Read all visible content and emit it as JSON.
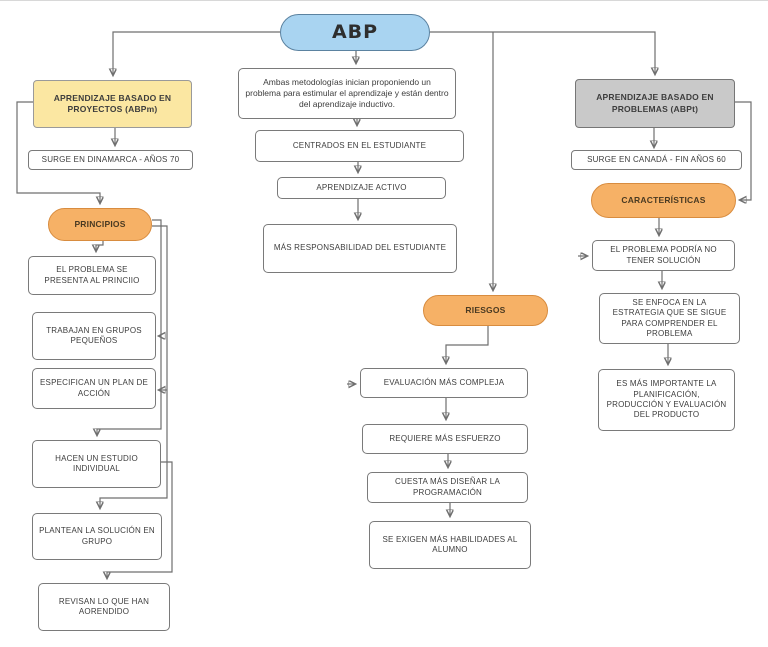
{
  "root": {
    "label": "ABP"
  },
  "intro": {
    "text": "Ambas metodologías inician proponiendo un problema para estimular el aprendizaje y están dentro del aprendizaje inductivo."
  },
  "shared": {
    "items": [
      "CENTRADOS EN EL ESTUDIANTE",
      "APRENDIZAJE ACTIVO",
      "MÁS RESPONSABILIDAD DEL ESTUDIANTE"
    ]
  },
  "projects": {
    "header": "APRENDIZAJE BASADO EN PROYECTOS (ABPm)",
    "origin": "SURGE EN DINAMARCA - AÑOS 70",
    "group_label": "PRINCIPIOS",
    "items": [
      "EL PROBLEMA SE PRESENTA AL PRINCIIO",
      "TRABAJAN EN GRUPOS PEQUEÑOS",
      "ESPECIFICAN UN PLAN DE ACCIÓN",
      "HACEN UN ESTUDIO INDIVIDUAL",
      "PLANTEAN LA SOLUCIÓN EN GRUPO",
      "REVISAN LO QUE HAN AORENDIDO"
    ]
  },
  "risks": {
    "group_label": "RIESGOS",
    "items": [
      "EVALUACIÓN MÁS COMPLEJA",
      "REQUIERE MÁS ESFUERZO",
      "CUESTA MÁS DISEÑAR LA PROGRAMACIÓN",
      "SE EXIGEN MÁS HABILIDADES AL ALUMNO"
    ]
  },
  "problems": {
    "header": "APRENDIZAJE BASADO EN PROBLEMAS (ABPt)",
    "origin": "SURGE EN CANADÁ - FIN AÑOS 60",
    "group_label": "CARACTERÍSTICAS",
    "items": [
      "EL PROBLEMA PODRÍA NO TENER SOLUCIÓN",
      "SE ENFOCA EN LA ESTRATEGIA QUE SE SIGUE PARA COMPRENDER EL PROBLEMA",
      "ES MÁS IMPORTANTE LA PLANIFICACIÓN, PRODUCCIÓN Y EVALUACIÓN DEL PRODUCTO"
    ]
  },
  "colors": {
    "root_fill": "#a9d4f1",
    "root_stroke": "#5b82a0",
    "projects_fill": "#fbe7a2",
    "problems_fill": "#c9c9c9",
    "group_fill": "#f6b166",
    "group_stroke": "#d88c3f",
    "box_stroke": "#7a7a7a",
    "text": "#3d3d3d",
    "edge": "#6f6f6f",
    "arrow": "#474747"
  }
}
